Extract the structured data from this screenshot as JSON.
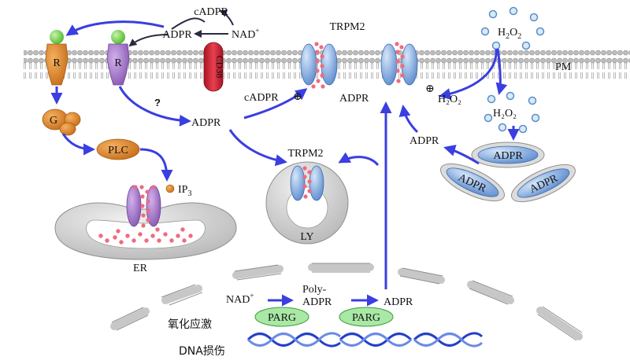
{
  "labels": {
    "cadpr_top": "cADPR",
    "adpr_top": "ADPR",
    "nad_top": "NAD",
    "nad_plus": "+",
    "cd38": "CD38",
    "trpm2_top": "TRPM2",
    "h2o2_top_h": "H",
    "h2o2_top_2a": "2",
    "h2o2_top_o": "O",
    "h2o2_top_2b": "2",
    "pm": "PM",
    "r1": "R",
    "r2": "R",
    "question": "?",
    "cadpr_mid": "cADPR",
    "plus_sign": "⊕",
    "adpr_mid_center": "ADPR",
    "adpr_mid": "ADPR",
    "h2o2_mid": "H₂O₂",
    "h2o2_mid2": "H₂O₂",
    "g": "G",
    "plc": "PLC",
    "ip3_ip": "IP",
    "ip3_sub": "3",
    "trpm2_ly": "TRPM2",
    "adpr_right": "ADPR",
    "mito1": "ADPR",
    "mito2": "ADPR",
    "mito3": "ADPR",
    "ly": "LY",
    "er": "ER",
    "nad_bottom": "NAD",
    "nad_bottom_plus": "+",
    "poly": "Poly-",
    "poly_adpr": "ADPR",
    "adpr_bottom": "ADPR",
    "parg1": "PARG",
    "parg2": "PARG",
    "oxidative_stress": "氧化应激",
    "dna_damage": "DNA损伤"
  },
  "colors": {
    "arrow": "#3b3ee0",
    "receptor_orange": "#e08a2c",
    "receptor_purple": "#a678c9",
    "ligand_green": "#7ed957",
    "cd38_red": "#d8273a",
    "trpm2_blue": "#8fb4e3",
    "ion_pink": "#f06a80",
    "organelle_gray": "#cccccc",
    "parg_green": "#9be39a",
    "mito_blue": "#8fb4e3"
  },
  "icons": {
    "membrane": "lipid-bilayer",
    "dna": "double-helix-icon",
    "h2o2": "bubble-icon"
  }
}
